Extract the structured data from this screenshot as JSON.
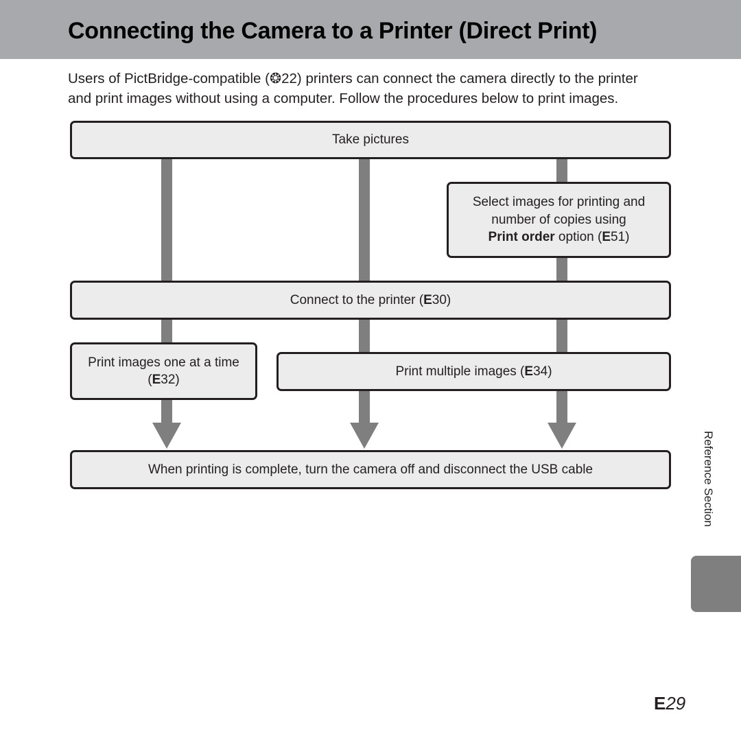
{
  "header": {
    "title": "Connecting the Camera to a Printer (Direct Print)"
  },
  "intro": {
    "line1_pre": "Users of PictBridge-compatible (",
    "ref_icon": "❂",
    "line1_ref": "22) printers can connect the camera directly to the printer",
    "line2": "and print images without using a computer. Follow the procedures below to print images."
  },
  "flow": {
    "take_pictures": "Take pictures",
    "select_images": {
      "line1": "Select images for printing and",
      "line2": "number of copies using",
      "bold": "Print order",
      "rest": " option (",
      "ref": "51)"
    },
    "connect_printer": {
      "text": "Connect to the printer (",
      "ref": "30)"
    },
    "print_one": {
      "line1": "Print images one at a time",
      "line2_pre": "(",
      "ref": "32)"
    },
    "print_multiple": {
      "text": "Print multiple images (",
      "ref": "34)"
    },
    "finish": "When printing is complete, turn the camera off and disconnect the USB cable",
    "ref_glyph": "E"
  },
  "side": {
    "section_label": "Reference Section"
  },
  "footer": {
    "page_glyph": "E",
    "page_number": "29"
  },
  "colors": {
    "header_band": "#a7a9ac",
    "connector": "#7f7f7f",
    "box_fill": "#ececec",
    "box_border": "#231f20"
  }
}
